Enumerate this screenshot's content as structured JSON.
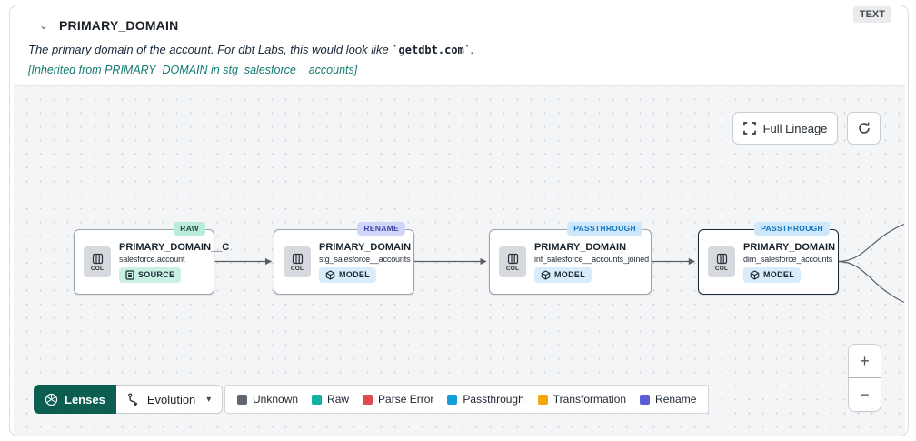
{
  "colors": {
    "accent_teal": "#117a6f",
    "lenses_bg": "#0c5f50",
    "canvas_bg": "#f4f5f7",
    "selected_node_border": "#1b2734"
  },
  "header": {
    "title": "PRIMARY_DOMAIN",
    "type_badge": "TEXT",
    "description": {
      "prefix": "The primary domain of the account. For dbt Labs, this would look like ",
      "code": "`getdbt.com`",
      "suffix": "."
    },
    "inherited": {
      "prefix": "[Inherited from ",
      "column_link": "PRIMARY_DOMAIN",
      "infix": " in ",
      "model_link": "stg_salesforce__accounts",
      "suffix": "]"
    }
  },
  "canvas": {
    "full_lineage_label": "Full Lineage",
    "nodes": [
      {
        "title": "PRIMARY_DOMAIN__C",
        "subtitle": "salesforce.account",
        "col_label": "COL",
        "resource": "SOURCE",
        "resource_bg": "#c9f0e2",
        "badge": "RAW",
        "badge_bg": "#b9ecda",
        "badge_color": "#2a4a42"
      },
      {
        "title": "PRIMARY_DOMAIN",
        "subtitle": "stg_salesforce__accounts",
        "col_label": "COL",
        "resource": "MODEL",
        "resource_bg": "#d8ecfb",
        "badge": "RENAME",
        "badge_bg": "#d2d5fa",
        "badge_color": "#4046a3"
      },
      {
        "title": "PRIMARY_DOMAIN",
        "subtitle": "int_salesforce__accounts_joined",
        "col_label": "COL",
        "resource": "MODEL",
        "resource_bg": "#d8ecfb",
        "badge": "PASSTHROUGH",
        "badge_bg": "#cde8fa",
        "badge_color": "#1273bb"
      },
      {
        "title": "PRIMARY_DOMAIN",
        "subtitle": "dim_salesforce_accounts",
        "col_label": "COL",
        "resource": "MODEL",
        "resource_bg": "#d8ecfb",
        "badge": "PASSTHROUGH",
        "badge_bg": "#cde8fa",
        "badge_color": "#1273bb"
      }
    ],
    "lenses": {
      "button_label": "Lenses",
      "dropdown_label": "Evolution"
    },
    "legend": {
      "items": [
        {
          "label": "Unknown",
          "color": "#60666e"
        },
        {
          "label": "Raw",
          "color": "#10b3a3"
        },
        {
          "label": "Parse Error",
          "color": "#e04a50"
        },
        {
          "label": "Passthrough",
          "color": "#149edb"
        },
        {
          "label": "Transformation",
          "color": "#f4a603"
        },
        {
          "label": "Rename",
          "color": "#5c5cd8"
        }
      ]
    },
    "zoom": {
      "zoom_in": "+",
      "zoom_out": "−"
    }
  }
}
